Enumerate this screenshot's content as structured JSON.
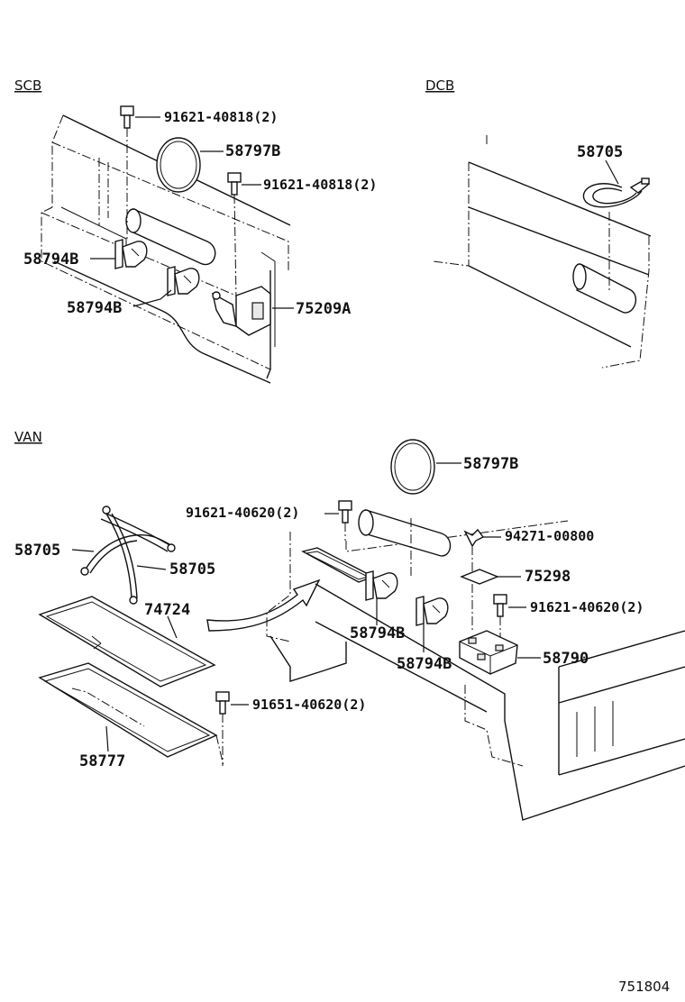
{
  "sections": {
    "scb": "SCB",
    "dcb": "DCB",
    "van": "VAN"
  },
  "callouts": {
    "scb_bolt_top": "91621-40818(2)",
    "scb_ring": "58797B",
    "scb_bolt_mid": "91621-40818(2)",
    "scb_clip_a": "58794B",
    "scb_clip_b": "58794B",
    "scb_bracket": "75209A",
    "dcb_hose": "58705",
    "van_ring": "58797B",
    "van_bolt_a": "91621-40620(2)",
    "van_wingnut": "94271-00800",
    "van_plate": "75298",
    "van_bolt_b": "91621-40620(2)",
    "van_clip_a": "58794B",
    "van_clip_b": "58794B",
    "van_box": "58790",
    "van_hose_a": "58705",
    "van_hose_b": "58705",
    "van_gasket": "74724",
    "van_bolt_c": "91651-40620(2)",
    "van_cover": "58777"
  },
  "diagram_code": "751804",
  "colors": {
    "ink": "#111111",
    "paper": "#ffffff"
  }
}
